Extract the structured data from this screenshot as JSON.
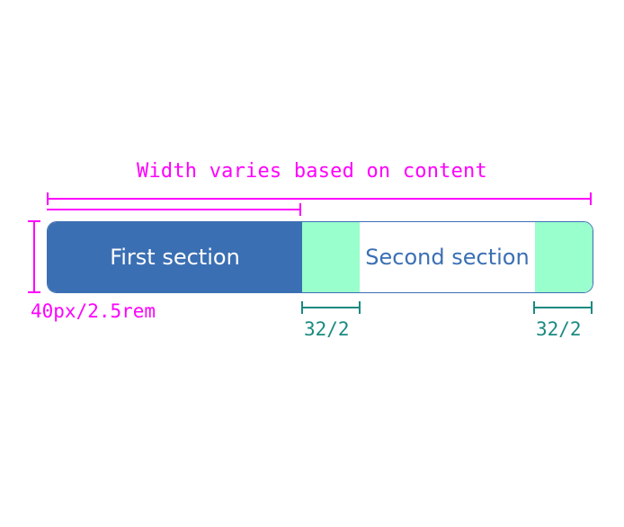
{
  "diagram": {
    "title": "Width varies based on content",
    "height_label": "40px/2.5rem",
    "first_section": "First section",
    "second_section": "Second section",
    "padding_left_label": "32/2",
    "padding_right_label": "32/2"
  },
  "colors": {
    "magenta_annotation": "#ff00ff",
    "teal_annotation": "#1a8a80",
    "primary_blue": "#3b6fb3",
    "padding_green": "#99ffcc"
  }
}
